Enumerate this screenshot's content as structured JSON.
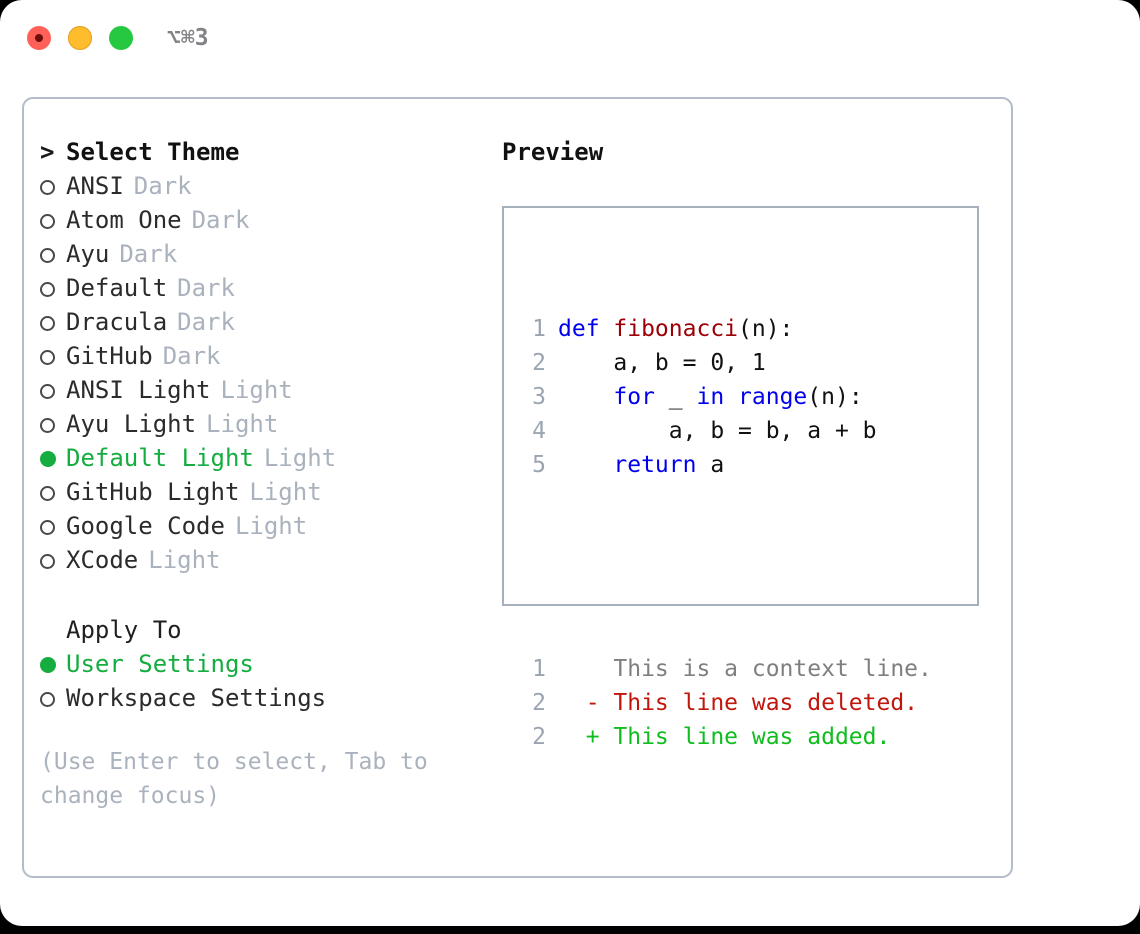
{
  "titlebar": {
    "shortcut": "⌥⌘3",
    "buttons": [
      {
        "name": "close",
        "color": "#ff6159"
      },
      {
        "name": "minimize",
        "color": "#ffbd2e"
      },
      {
        "name": "maximize",
        "color": "#25c840"
      }
    ]
  },
  "theme_picker": {
    "caret": ">",
    "heading": "Select Theme",
    "radio_off_glyph": "○",
    "radio_on_glyph": "●",
    "items": [
      {
        "label": "ANSI",
        "tag": "Dark",
        "selected": false
      },
      {
        "label": "Atom One",
        "tag": "Dark",
        "selected": false
      },
      {
        "label": "Ayu",
        "tag": "Dark",
        "selected": false
      },
      {
        "label": "Default",
        "tag": "Dark",
        "selected": false
      },
      {
        "label": "Dracula",
        "tag": "Dark",
        "selected": false
      },
      {
        "label": "GitHub",
        "tag": "Dark",
        "selected": false
      },
      {
        "label": "ANSI Light",
        "tag": "Light",
        "selected": false
      },
      {
        "label": "Ayu Light",
        "tag": "Light",
        "selected": false
      },
      {
        "label": "Default Light",
        "tag": "Light",
        "selected": true
      },
      {
        "label": "GitHub Light",
        "tag": "Light",
        "selected": false
      },
      {
        "label": "Google Code",
        "tag": "Light",
        "selected": false
      },
      {
        "label": "XCode",
        "tag": "Light",
        "selected": false
      }
    ]
  },
  "apply_to": {
    "heading": "Apply To",
    "items": [
      {
        "label": "User Settings",
        "selected": true
      },
      {
        "label": "Workspace Settings",
        "selected": false
      }
    ]
  },
  "hint": "(Use Enter to select, Tab to change focus)",
  "preview": {
    "title": "Preview",
    "code_lines": [
      {
        "no": "1",
        "tokens": [
          {
            "t": "def ",
            "c": "kw"
          },
          {
            "t": "fibonacci",
            "c": "fn"
          },
          {
            "t": "(n):",
            "c": "plain"
          }
        ]
      },
      {
        "no": "2",
        "tokens": [
          {
            "t": "    a, b = 0, 1",
            "c": "plain"
          }
        ]
      },
      {
        "no": "3",
        "tokens": [
          {
            "t": "    ",
            "c": "plain"
          },
          {
            "t": "for",
            "c": "kw"
          },
          {
            "t": " _ ",
            "c": "plain"
          },
          {
            "t": "in",
            "c": "kw"
          },
          {
            "t": " ",
            "c": "plain"
          },
          {
            "t": "range",
            "c": "kw"
          },
          {
            "t": "(n):",
            "c": "plain"
          }
        ]
      },
      {
        "no": "4",
        "tokens": [
          {
            "t": "        a, b = b, a + b",
            "c": "plain"
          }
        ]
      },
      {
        "no": "5",
        "tokens": [
          {
            "t": "    ",
            "c": "plain"
          },
          {
            "t": "return",
            "c": "kw"
          },
          {
            "t": " a",
            "c": "plain"
          }
        ]
      }
    ],
    "diff_lines": [
      {
        "no": "1",
        "marker": " ",
        "text": " This is a context line.",
        "kind": "ctx"
      },
      {
        "no": "2",
        "marker": "-",
        "text": " This line was deleted.",
        "kind": "del"
      },
      {
        "no": "2",
        "marker": "+",
        "text": " This line was added.",
        "kind": "add"
      }
    ]
  },
  "colors": {
    "accent_green": "#15ad3f",
    "border": "#b3bcc8",
    "muted": "#a9b2bd",
    "keyword": "#0000ef",
    "function": "#9c0006",
    "deleted": "#c0160c",
    "added": "#0fbd1e"
  }
}
